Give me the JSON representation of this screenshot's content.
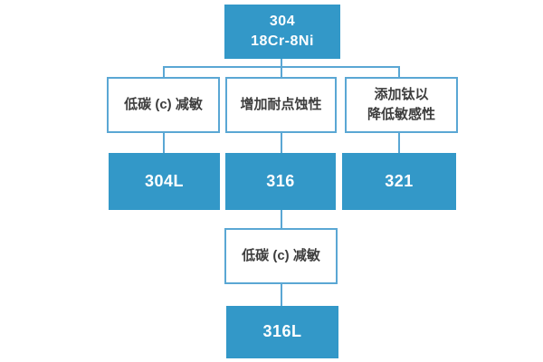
{
  "diagram": {
    "type": "flowchart",
    "background": "#ffffff",
    "colors": {
      "node_fill": "#3398c8",
      "node_text": "#ffffff",
      "connector_line": "#5aa7d4",
      "process_border": "#5aa7d4",
      "process_text": "#3d3d3d"
    },
    "root": {
      "lines": [
        "304",
        "18Cr-8Ni"
      ]
    },
    "branches": [
      {
        "process_lines": [
          "低碳 (c) 减敏"
        ],
        "result": "304L"
      },
      {
        "process_lines": [
          "增加耐点蚀性"
        ],
        "result": "316"
      },
      {
        "process_lines": [
          "添加钛以",
          "降低敏感性"
        ],
        "result": "321"
      }
    ],
    "chain_316": {
      "process_lines": [
        "低碳 (c) 减敏"
      ],
      "result": "316L"
    }
  }
}
